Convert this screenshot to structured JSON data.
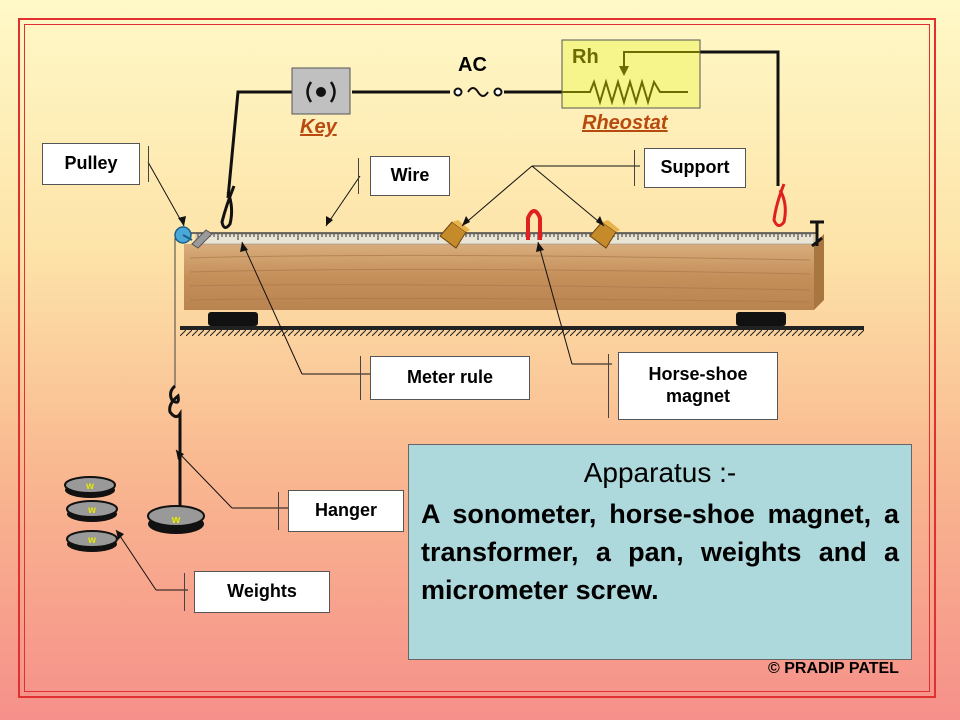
{
  "labels": {
    "pulley": "Pulley",
    "wire": "Wire",
    "support": "Support",
    "meter_rule": "Meter rule",
    "horse_shoe_magnet": "Horse-shoe magnet",
    "hanger": "Hanger",
    "weights": "Weights"
  },
  "circuit": {
    "key": "Key",
    "ac": "AC",
    "ac_symbol": "~",
    "rh": "Rh",
    "rheostat": "Rheostat"
  },
  "weight_mark": "w",
  "apparatus": {
    "title": "Apparatus  :-",
    "text": "A sonometer, horse-shoe magnet, a transformer, a pan, weights and a micrometer screw."
  },
  "copyright": "© PRADIP PATEL",
  "colors": {
    "border": "#e03030",
    "wood": "#c99a68",
    "rheostat_box": "#f5f58c",
    "key_box": "#c0c0c0",
    "info_box": "#add8dc",
    "label_text_red": "#b84a10",
    "clip_red": "#e02020",
    "magnet_red": "#e02020",
    "pulley_blue": "#4aa8d8"
  }
}
